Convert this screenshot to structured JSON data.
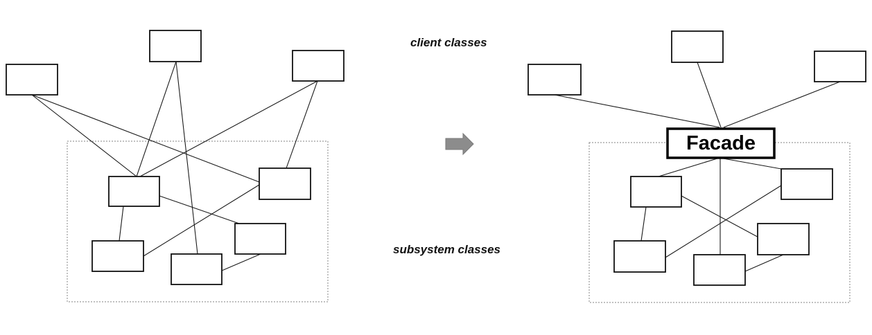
{
  "labels": {
    "client": "client classes",
    "subsystem": "subsystem classes",
    "facade": "Facade"
  },
  "colors": {
    "line": "#1a1a1a",
    "box_border": "#111111",
    "subsystem_border": "#9a9a9a",
    "arrow": "#8c8c8c"
  }
}
